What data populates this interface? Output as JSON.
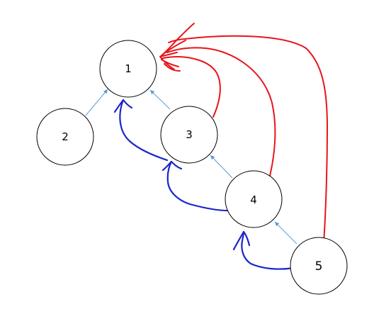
{
  "nodes": [
    {
      "id": "n1",
      "label": "1"
    },
    {
      "id": "n2",
      "label": "2"
    },
    {
      "id": "n3",
      "label": "3"
    },
    {
      "id": "n4",
      "label": "4"
    },
    {
      "id": "n5",
      "label": "5"
    }
  ],
  "tree_edges": [
    {
      "from": "2",
      "to": "1"
    },
    {
      "from": "3",
      "to": "1"
    },
    {
      "from": "4",
      "to": "3"
    },
    {
      "from": "5",
      "to": "4"
    }
  ],
  "red_annotations": [
    {
      "from": "3",
      "to": "1"
    },
    {
      "from": "4",
      "to": "1"
    },
    {
      "from": "5",
      "to": "1"
    }
  ],
  "blue_annotations": [
    {
      "from": "3",
      "to": "1"
    },
    {
      "from": "4",
      "to": "3"
    },
    {
      "from": "5",
      "to": "4"
    }
  ],
  "colors": {
    "node_stroke": "#000000",
    "tree_edge": "#5b9bd5",
    "red_annotation": "#e8141b",
    "blue_annotation": "#1a26c9"
  }
}
